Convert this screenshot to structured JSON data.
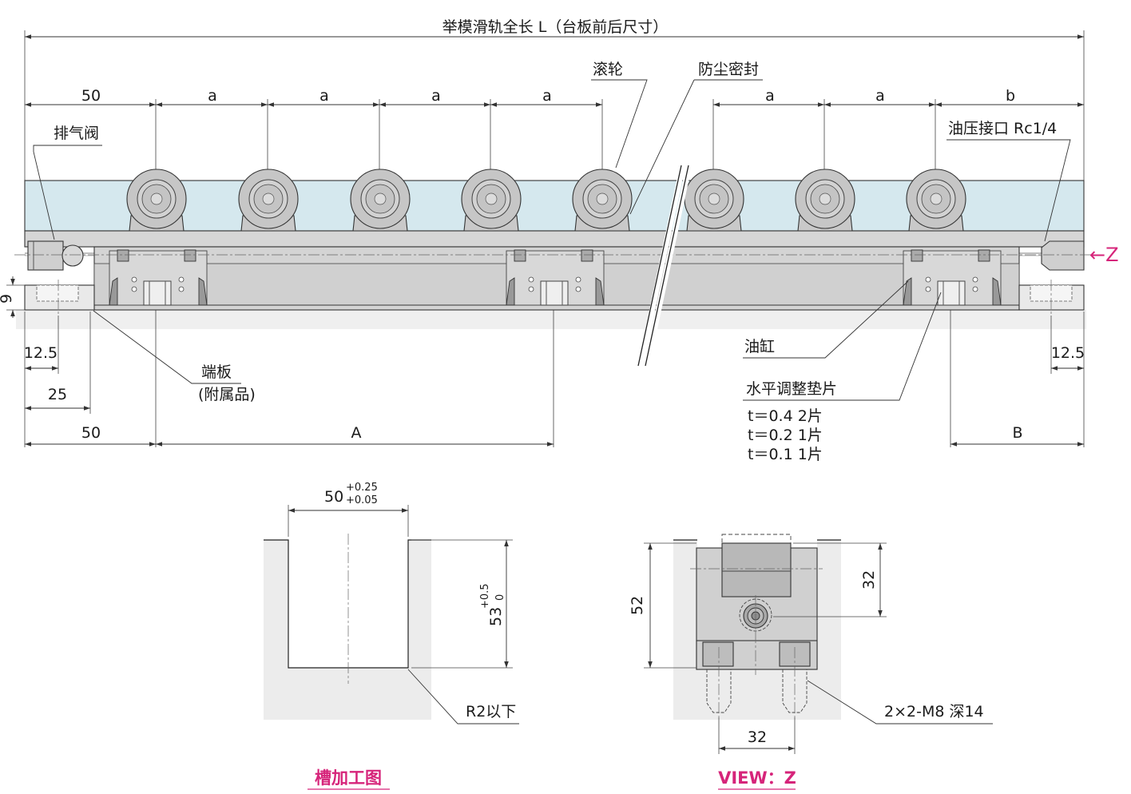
{
  "colors": {
    "accent": "#d6247a",
    "rail_top": "#d5e8ee",
    "body_gray": "#d0d0d0",
    "light_gray": "#ededed"
  },
  "main_view": {
    "total_length_label": "举模滑轨全长 L（台板前后尺寸）",
    "pitch_first": "50",
    "pitch_a": [
      "a",
      "a",
      "a",
      "a",
      "a",
      "a"
    ],
    "pitch_b": "b",
    "roller_label": "滚轮",
    "seal_label": "防尘密封",
    "vent_label": "排气阀",
    "port_label": "油压接口 Rc1/4",
    "view_arrow": "←Z",
    "height_9": "9",
    "dim_12_5_left": "12.5",
    "dim_12_5_right": "12.5",
    "dim_25": "25",
    "end_plate_label": "端板",
    "end_plate_sub": "(附属品)",
    "cylinder_label": "油缸",
    "shim_label": "水平调整垫片",
    "shim_specs": [
      "t＝0.4  2片",
      "t＝0.2  1片",
      "t＝0.1  1片"
    ],
    "dim_50_bottom": "50",
    "dim_A": "A",
    "dim_B": "B"
  },
  "groove_view": {
    "title": "槽加工图",
    "width_value": "50",
    "width_tol_upper": "+0.25",
    "width_tol_lower": "+0.05",
    "depth_value": "53",
    "depth_tol_upper": "+0.5",
    "depth_tol_lower": "0",
    "radius_label": "R2以下"
  },
  "view_z": {
    "title": "VIEW：Z",
    "height_52": "52",
    "height_32": "32",
    "width_32": "32",
    "thread_label": "2×2-M8 深14"
  }
}
